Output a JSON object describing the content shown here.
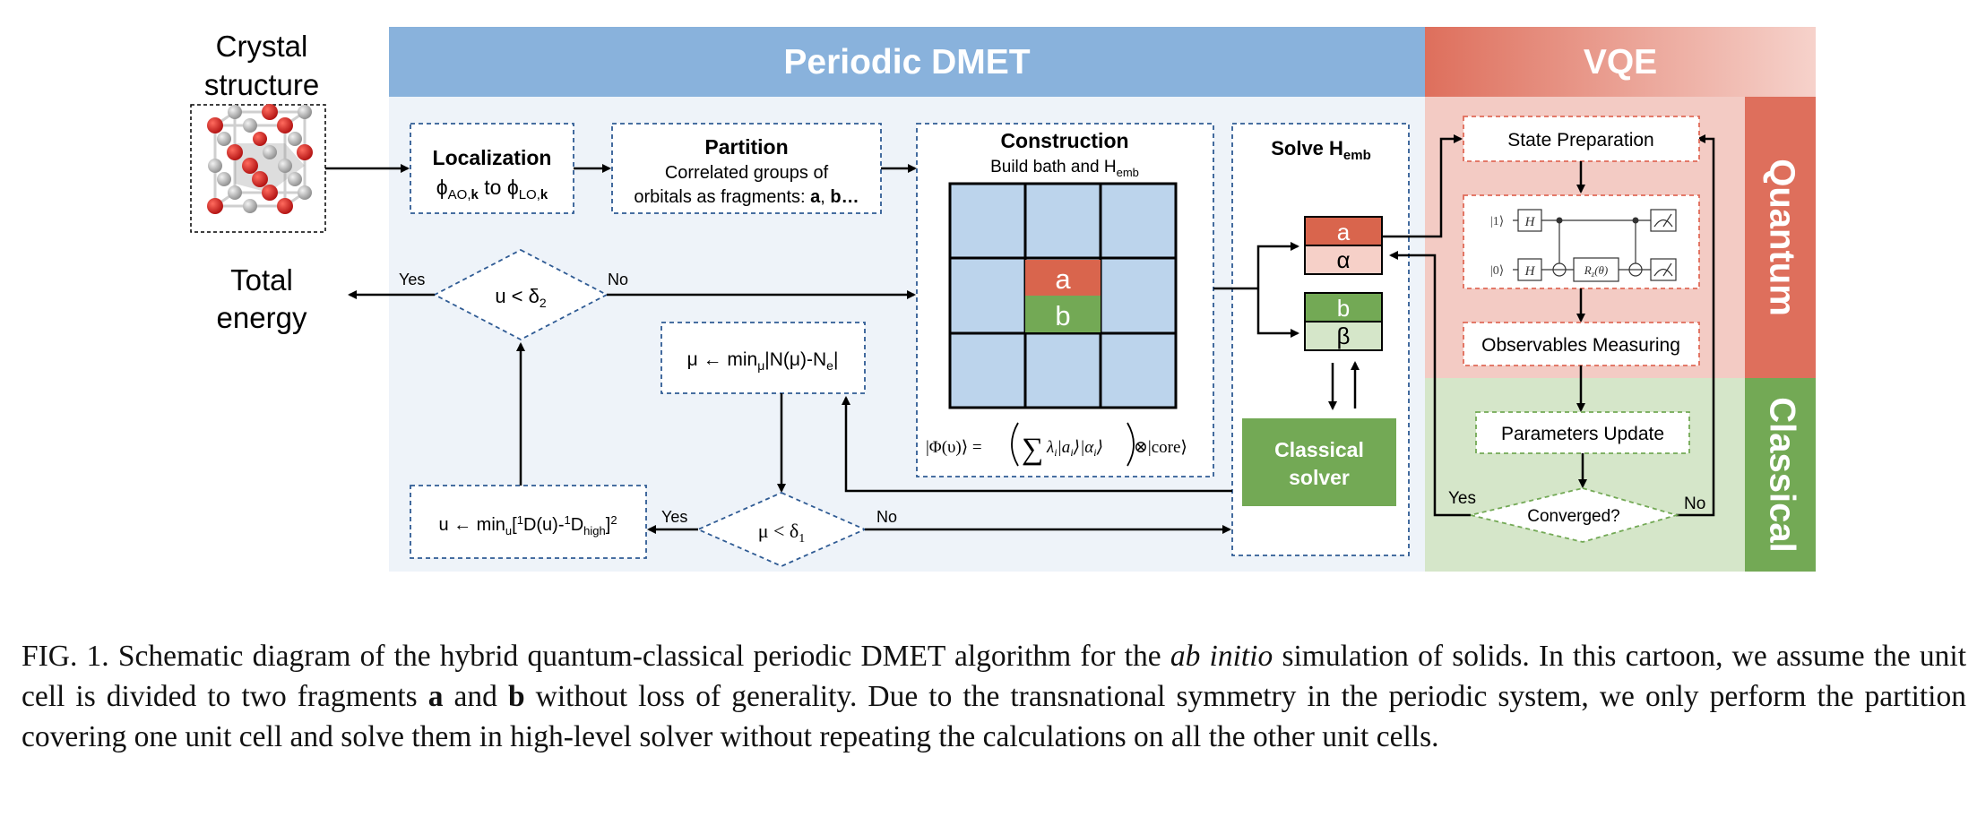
{
  "figure": {
    "crystal_label_1": "Crystal",
    "crystal_label_2": "structure",
    "total_energy_1": "Total",
    "total_energy_2": "energy",
    "header_dmet": "Periodic DMET",
    "header_vqe": "VQE",
    "side_quantum": "Quantum",
    "side_classical": "Classical",
    "localization": {
      "title": "Localization",
      "phi": "ϕ",
      "sub_ao": "AO,",
      "sub_k": "k",
      "to": " to ",
      "sub_lo": "LO,"
    },
    "partition": {
      "title": "Partition",
      "line1": "Correlated groups of",
      "line2": "orbitals as fragments: ",
      "frag_a": "a",
      "comma": ", ",
      "frag_b": "b…"
    },
    "construction": {
      "title": "Construction",
      "subtitle": "Build bath and H",
      "subtitle_sub": "emb",
      "cell_a": "a",
      "cell_b": "b",
      "formula_lhs": "|Φ(υ)⟩ = ",
      "formula_sum": "∑",
      "formula_body": "λ",
      "formula_i": "i",
      "formula_ket1": "|a",
      "formula_ket2": "⟩|α",
      "formula_end": "⟩",
      "formula_rhs": "⊗|core⟩"
    },
    "solve": {
      "title": "Solve H",
      "title_sub": "emb",
      "a": "a",
      "alpha": "α",
      "b": "b",
      "beta": "β",
      "classical_solver_1": "Classical",
      "classical_solver_2": "solver"
    },
    "diamond_u": {
      "text": "u < δ",
      "sub": "2",
      "yes": "Yes",
      "no": "No"
    },
    "mu_box": {
      "text": "μ ← min",
      "sub": "μ",
      "rest": "|N(μ)-N",
      "sub2": "e",
      "end": "|"
    },
    "diamond_mu": {
      "text": "μ < δ",
      "sub": "1",
      "yes": "Yes",
      "no": "No"
    },
    "u_box": {
      "text": "u ← min",
      "sub": "u",
      "rest1": "[",
      "sup1": "1",
      "rest2": "D(u)-",
      "sup2": "1",
      "rest3": "D",
      "sub2": "high",
      "rest4": "]",
      "sup3": "2"
    },
    "vqe": {
      "state_prep": "State Preparation",
      "ket1": "|1⟩",
      "ket0": "|0⟩",
      "gate_h": "H",
      "gate_rz": "R",
      "gate_rz_sub": "z",
      "gate_rz_arg": "(θ)",
      "observables": "Observables Measuring",
      "params": "Parameters Update",
      "converged": "Converged?",
      "yes": "Yes",
      "no": "No"
    },
    "colors": {
      "dmet_header": "#89b2dc",
      "dmet_bg": "#eef3f9",
      "vqe_header": "#de6f5c",
      "quantum_bg": "#f3cbc4",
      "classical_bg": "#d5e6c9",
      "green": "#73a955",
      "red": "#d9654d",
      "grid_blue": "#bcd4ec",
      "dash_blue": "#2f5b94"
    }
  },
  "caption": {
    "fig_label": "FIG. 1.",
    "part1": " Schematic diagram of the hybrid quantum-classical periodic DMET algorithm for the ",
    "ab_initio": "ab initio",
    "part2": " simulation of solids. In this cartoon, we assume the unit cell is divided to two fragments ",
    "a": "a",
    "and": " and ",
    "b": "b",
    "part3": " without loss of generality. Due to the transnational symmetry in the periodic system, we only perform the partition covering one unit cell and solve them in high-level solver without repeating the calculations on all the other unit cells."
  }
}
